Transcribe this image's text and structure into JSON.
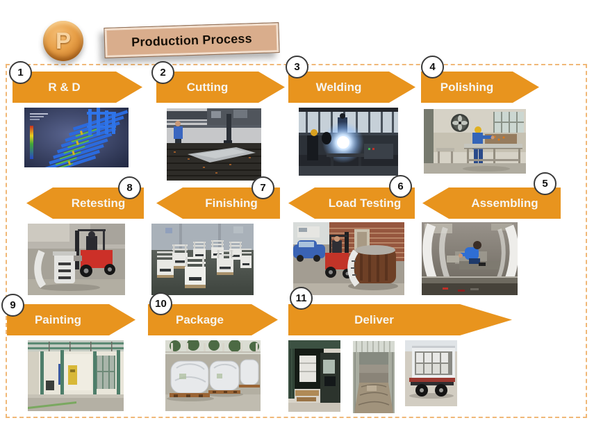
{
  "header": {
    "logo_letter": "P",
    "title": "Production Process"
  },
  "colors": {
    "arrow_orange": "#E8941E",
    "border_dash": "#F0B878",
    "banner_fill": "#D9AD8C",
    "arrow_text": "#F7F5F0"
  },
  "steps": [
    {
      "number": "1",
      "label": "R & D",
      "photo": "cad-stress-simulation"
    },
    {
      "number": "2",
      "label": "Cutting",
      "photo": "cnc-plate-cutting"
    },
    {
      "number": "3",
      "label": "Welding",
      "photo": "arc-welding-workshop"
    },
    {
      "number": "4",
      "label": "Polishing",
      "photo": "manual-polishing-bench"
    },
    {
      "number": "5",
      "label": "Assembling",
      "photo": "clamp-arm-assembly"
    },
    {
      "number": "6",
      "label": "Load Testing",
      "photo": "forklift-roll-clamp-load-test"
    },
    {
      "number": "7",
      "label": "Finishing",
      "photo": "finished-clamp-units"
    },
    {
      "number": "8",
      "label": "Retesting",
      "photo": "forklift-bale-clamp-retest"
    },
    {
      "number": "9",
      "label": "Painting",
      "photo": "painting-line"
    },
    {
      "number": "10",
      "label": "Package",
      "photo": "plastic-wrapped-pallets"
    },
    {
      "number": "11",
      "label": "Deliver",
      "photo": "container-loading-and-truck"
    }
  ]
}
